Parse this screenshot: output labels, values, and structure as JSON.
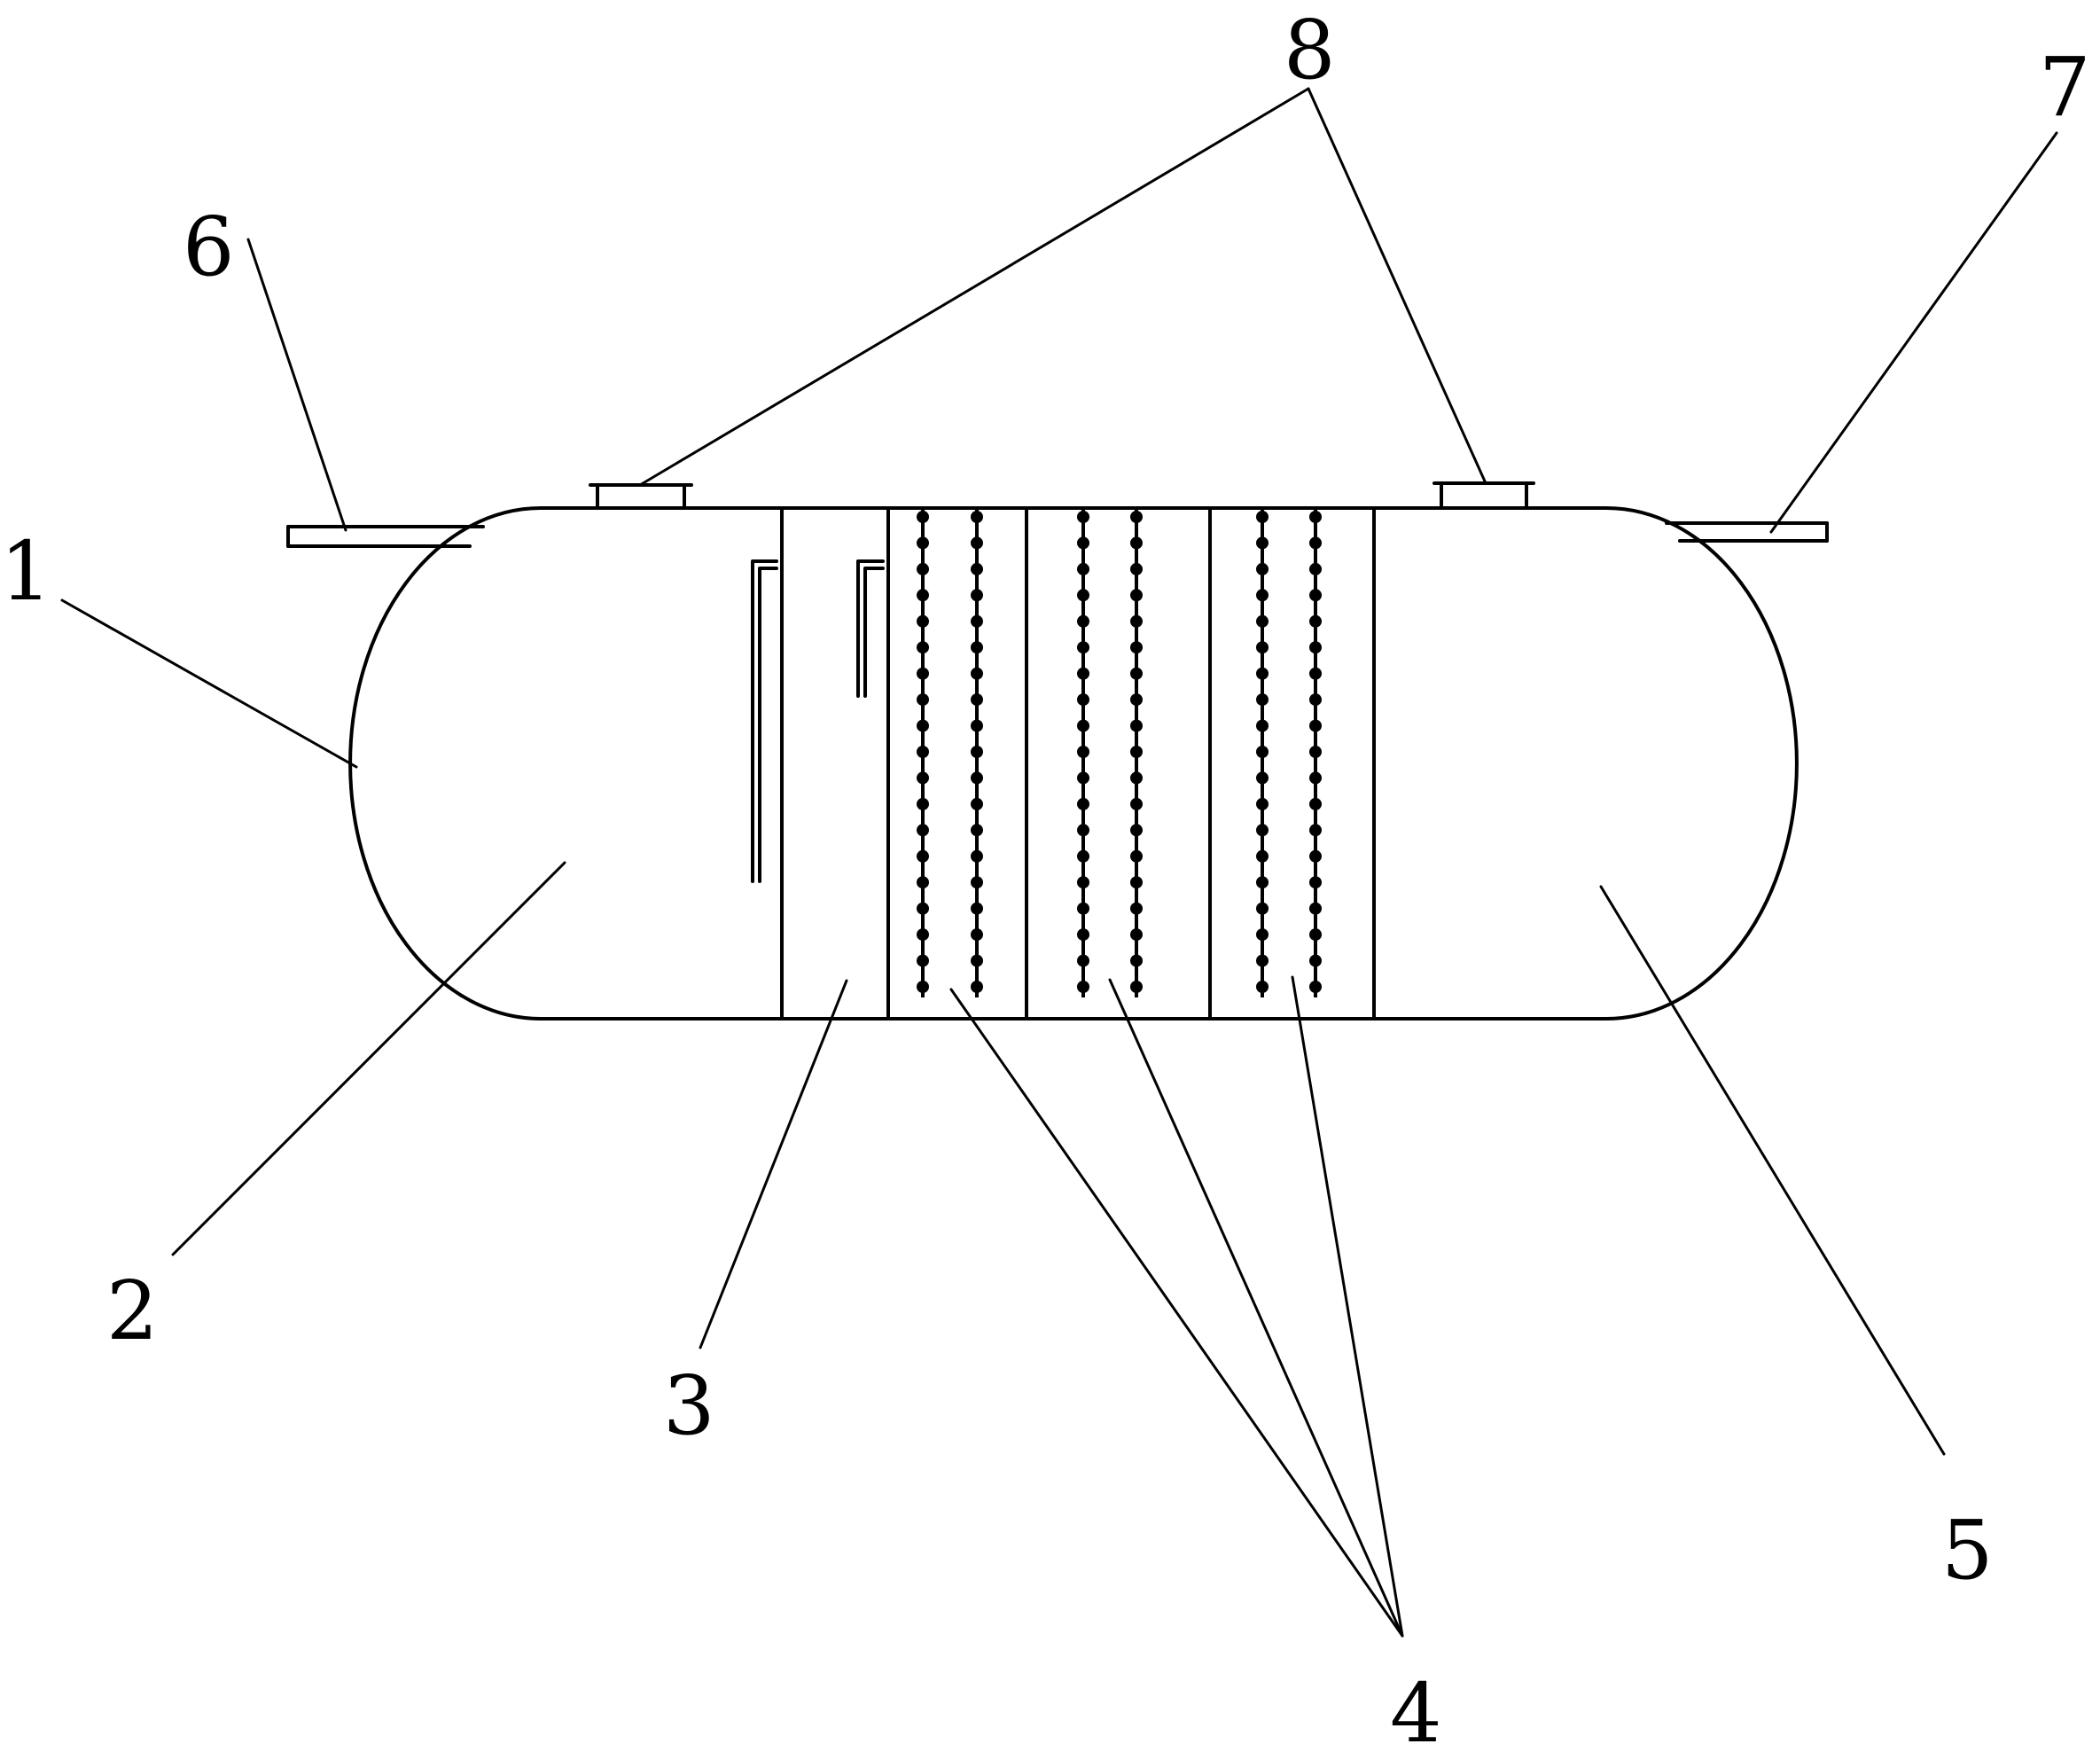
{
  "labels": {
    "l1": "1",
    "l2": "2",
    "l3": "3",
    "l4": "4",
    "l5": "5",
    "l6": "6",
    "l7": "7",
    "l8": "8"
  },
  "colors": {
    "stroke": "#000000",
    "background": "#ffffff"
  },
  "baffles": {
    "beaded_columns_x": [
      1041,
      1102,
      1222,
      1282,
      1424,
      1484
    ],
    "bead_count": 19
  }
}
